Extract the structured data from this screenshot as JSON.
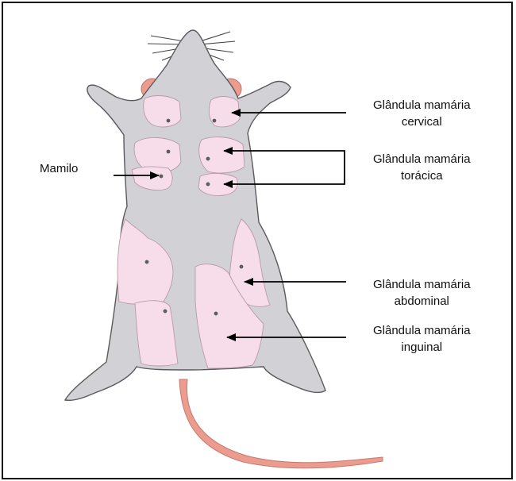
{
  "labels": {
    "mamilo": "Mamilo",
    "cervical": {
      "line1": "Glândula mamária",
      "line2": "cervical"
    },
    "toracica": {
      "line1": "Glândula mamária",
      "line2": "torácica"
    },
    "abdominal": {
      "line1": "Glândula mamária",
      "line2": "abdominal"
    },
    "inguinal": {
      "line1": "Glândula mamária",
      "line2": "inguinal"
    }
  },
  "colors": {
    "body": "#d2d2d6",
    "body_outline": "#5a5a5e",
    "gland": "#f6dde9",
    "gland_outline": "#b89aa8",
    "ear_tail": "#ec9c8e",
    "nipple": "#5b5b60",
    "arrow": "#000000"
  }
}
